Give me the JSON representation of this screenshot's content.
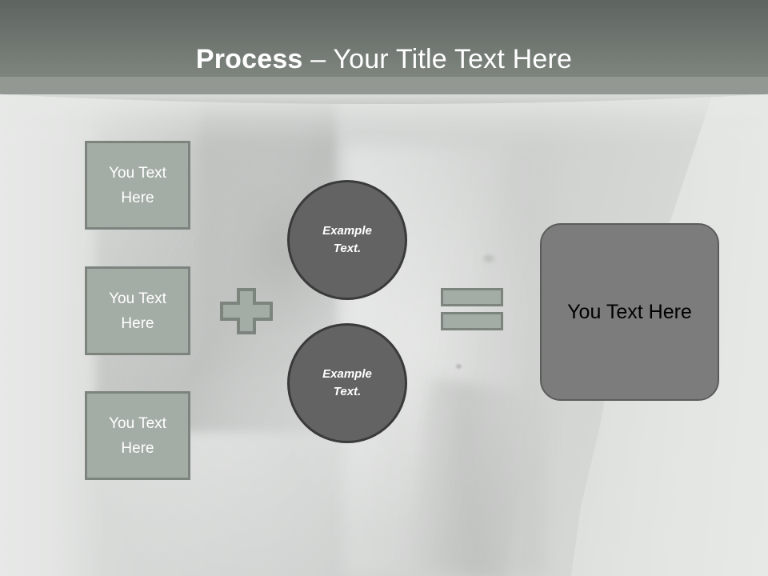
{
  "slide": {
    "title": {
      "bold_part": "Process",
      "rest_part": " – Your Title Text Here"
    },
    "colors": {
      "header_top": "#5e6561",
      "header_bottom": "#929991",
      "sage_fill": "#a4ada5",
      "sage_border": "#7c847d",
      "circle_fill": "#636363",
      "circle_border": "#3a3a3a",
      "result_fill": "#7c7c7c",
      "result_border": "#5c5c5c",
      "title_text": "#ffffff",
      "box_text": "#ffffff",
      "result_text": "#000000",
      "background": "#d2d4d2"
    },
    "input_boxes": [
      {
        "line1": "You Text",
        "line2": "Here"
      },
      {
        "line1": "You Text",
        "line2": "Here"
      },
      {
        "line1": "You Text",
        "line2": "Here"
      }
    ],
    "operators": {
      "plus": "plus-sign",
      "equals": "equals-sign"
    },
    "circles": [
      {
        "line1": "Example",
        "line2": "Text."
      },
      {
        "line1": "Example",
        "line2": "Text."
      }
    ],
    "result": {
      "label": "You Text Here"
    }
  }
}
